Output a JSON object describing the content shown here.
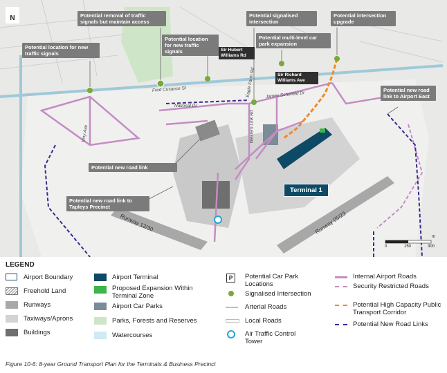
{
  "map": {
    "north_label": "N",
    "terminal_label": "Terminal 1",
    "runway_labels": [
      "Runway 12/30",
      "Runway 05/23"
    ],
    "road_labels": [
      "Fred Cusance St",
      "National Dr",
      "Viny Ave",
      "James Schofield Dr",
      "Western Link Rd",
      "Eagle Farm Rd"
    ],
    "tags": [
      "Sir Hubert Williams Rd",
      "Sir Richard Williams Ave"
    ],
    "callouts": [
      "Potential removal of traffic signals but maintain access",
      "Potential signalised intersection",
      "Potential intersection upgrade",
      "Potential location for new traffic signals",
      "Potential location for new traffic signals",
      "Potential multi-level car park expansion",
      "Potential new road link to Airport East",
      "Potential new road link",
      "Potential new road link to Tapleys Precinct"
    ],
    "scale": {
      "unit": "m",
      "ticks": [
        "0",
        "150",
        "300"
      ]
    }
  },
  "legend": {
    "title": "LEGEND",
    "items": [
      "Airport Boundary",
      "Freehold Land",
      "Runways",
      "Taxiways/Aprons",
      "Buildings",
      "Airport Terminal",
      "Proposed Expansion Within Terminal Zone",
      "Airport Car Parks",
      "Parks, Forests and Reserves",
      "Watercourses",
      "Potential Car Park Locations",
      "Signalised Intersection",
      "Arterial Roads",
      "Local Roads",
      "Air Traffic Control Tower",
      "Internal Airport Roads",
      "Security Restricted Roads",
      "Potential High Capacity Public Transport Corridor",
      "Potential New Road Links"
    ],
    "car_park_symbol": "P"
  },
  "caption": "Figure 10-6:   8-year Ground Transport Plan for the Terminals & Business Precinct",
  "colors": {
    "terminal": "#0d4a66",
    "car_park": "#7a8c95",
    "internal_road": "#c48cc4",
    "new_road_link": "#3b2a8c",
    "hc_corridor": "#f08a24",
    "signal": "#7aa83a",
    "park": "#cfe5c8",
    "water": "#cdeaf6",
    "arterial": "#9fc9d9"
  }
}
